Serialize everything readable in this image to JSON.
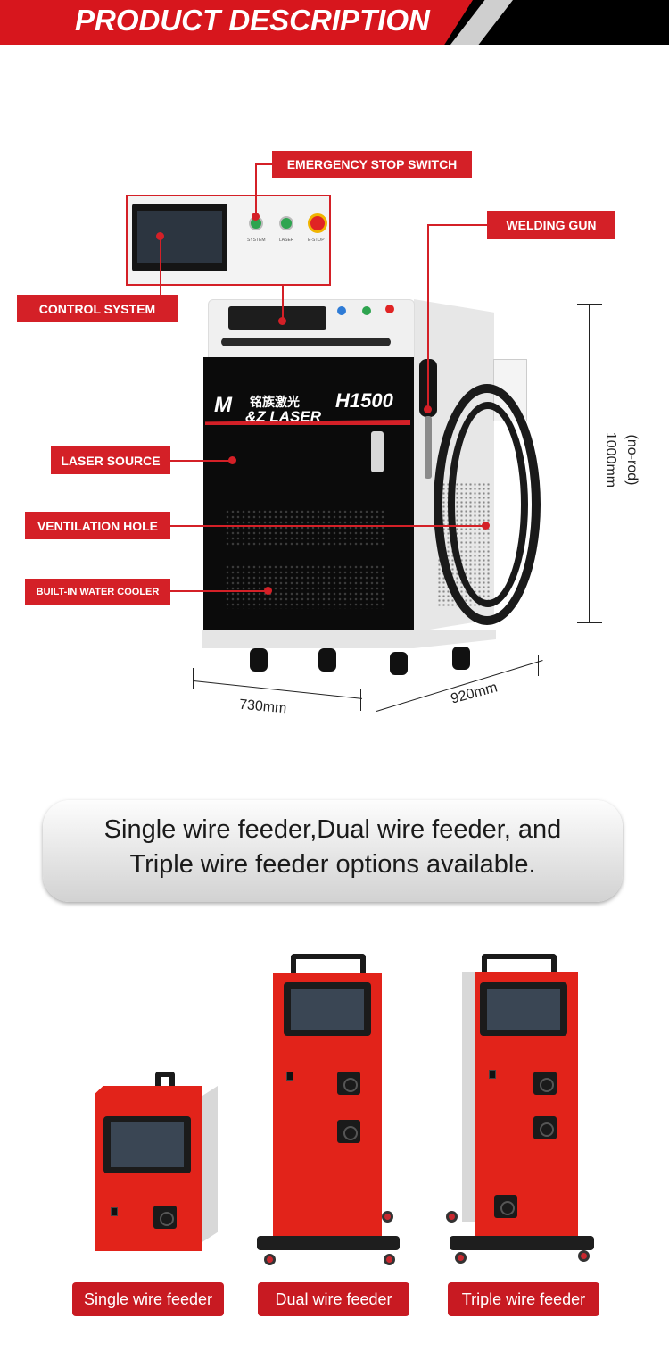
{
  "header": {
    "title": "PRODUCT DESCRIPTION"
  },
  "labels": {
    "emergency_stop": "EMERGENCY STOP SWITCH",
    "welding_gun": "WELDING GUN",
    "control_system": "CONTROL SYSTEM",
    "laser_source": "LASER SOURCE",
    "ventilation_hole": "VENTILATION HOLE",
    "water_cooler": "BUILT-IN WATER COOLER"
  },
  "machine": {
    "brand_cn": "铭族激光",
    "brand_en": "&Z LASER",
    "brand_logo": "M",
    "model": "H1500",
    "panel_labels": [
      "SYSTEM",
      "LASER",
      "E-STOP"
    ]
  },
  "dimensions": {
    "height": "1000mm",
    "height_note": "(no-rod)",
    "width": "730mm",
    "depth": "920mm"
  },
  "banner": {
    "line1": "Single wire feeder,Dual wire feeder, and",
    "line2": "Triple wire feeder options available."
  },
  "feeders": [
    {
      "label": "Single wire feeder"
    },
    {
      "label": "Dual wire feeder"
    },
    {
      "label": "Triple wire feeder"
    }
  ],
  "colors": {
    "accent_red": "#d42027",
    "header_black": "#000000"
  }
}
